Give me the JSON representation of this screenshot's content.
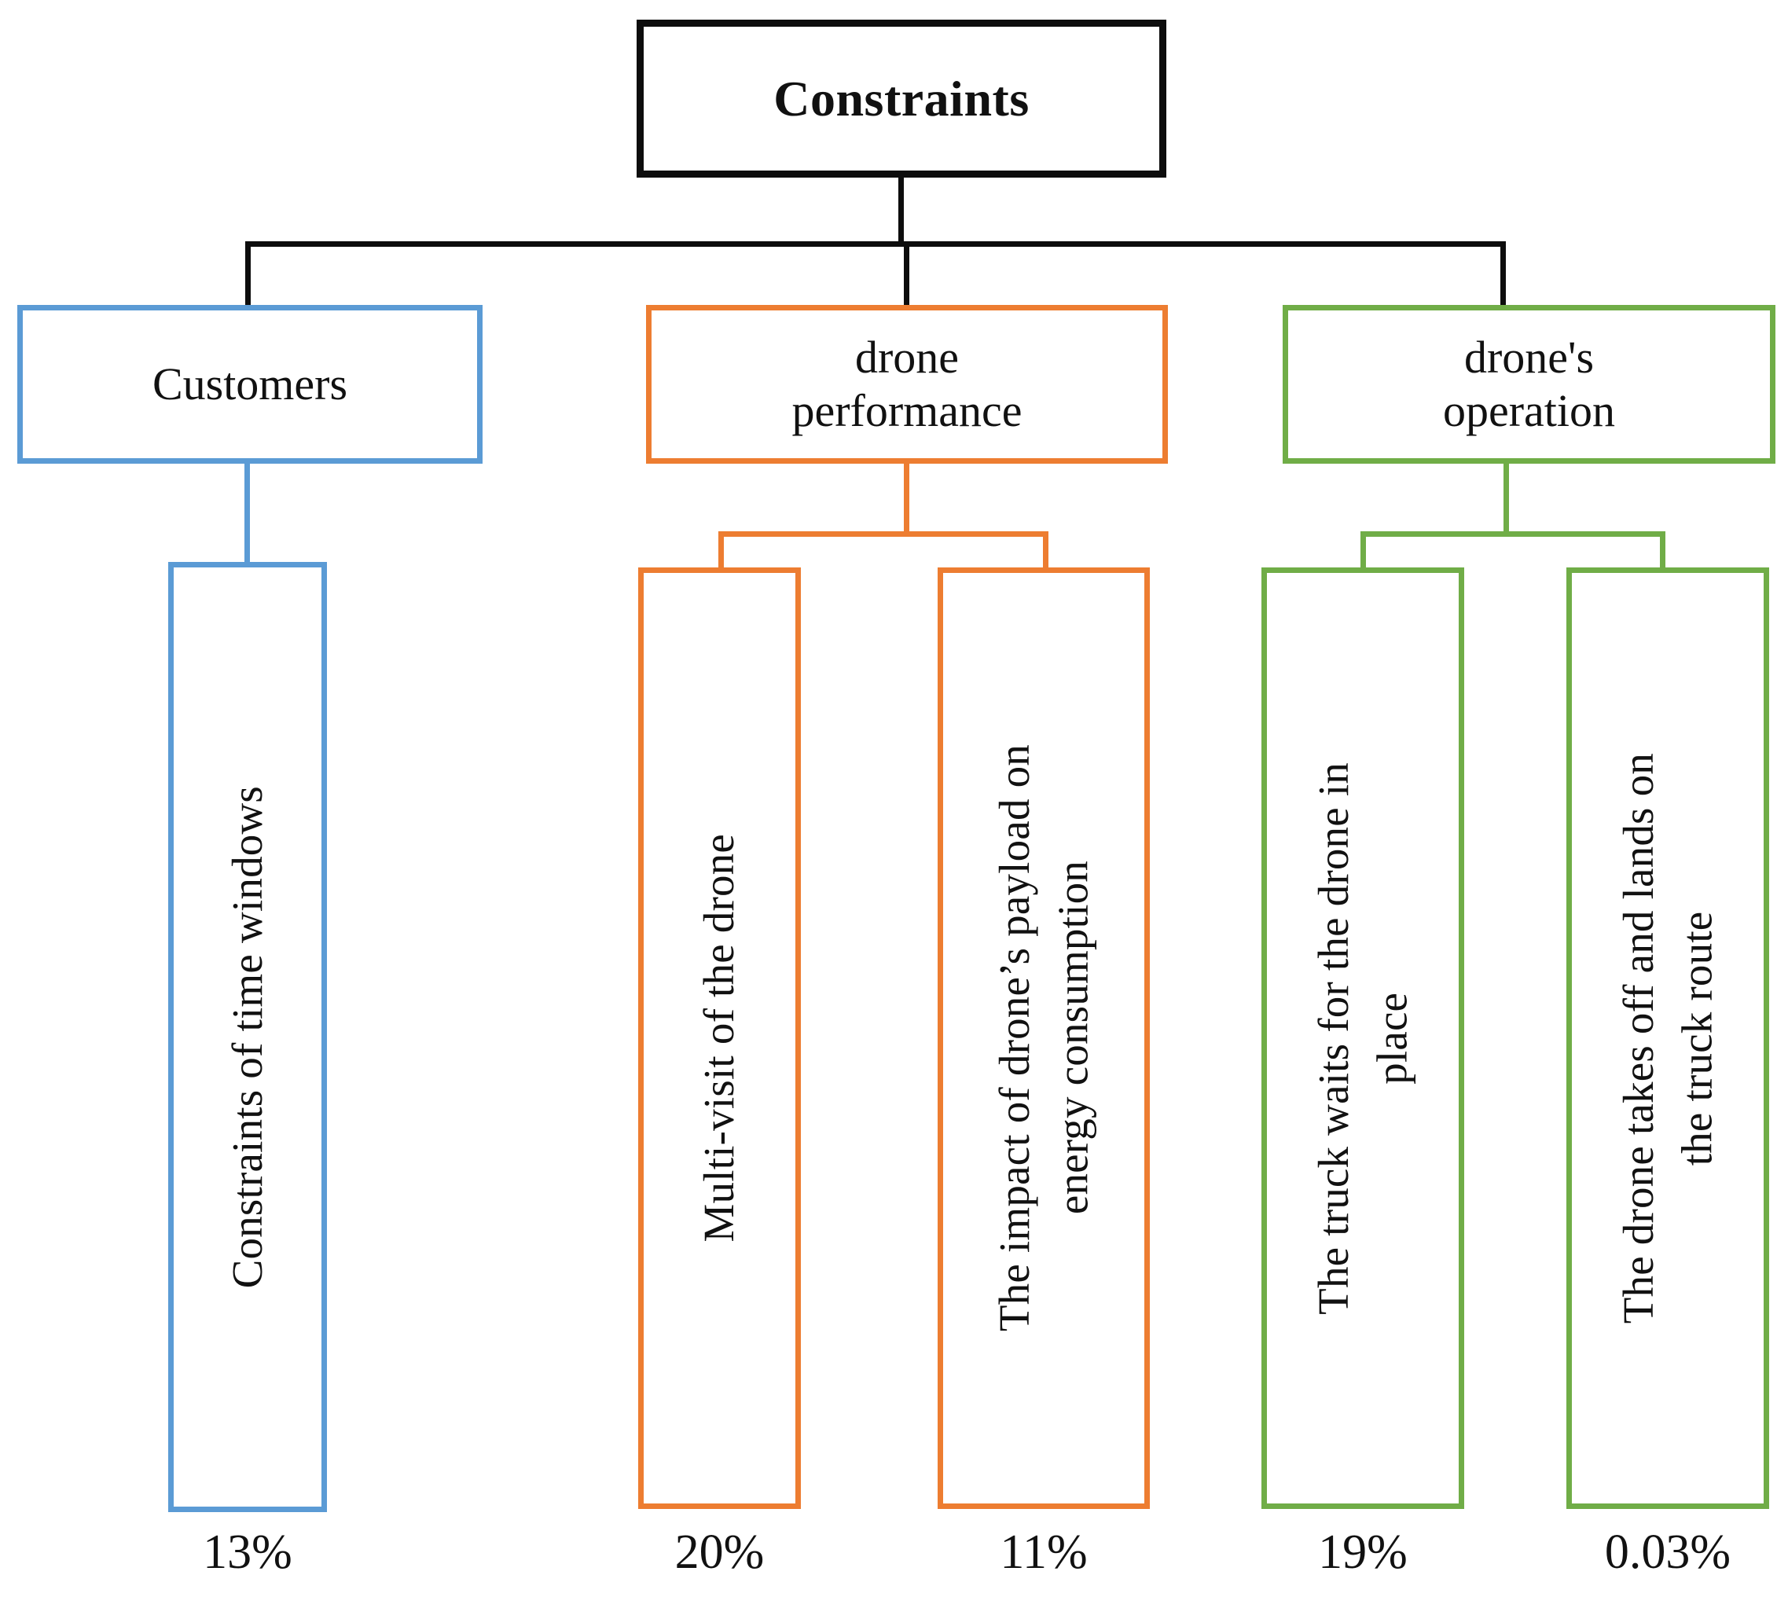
{
  "diagram": {
    "type": "hierarchy-tree",
    "root": {
      "label": "Constraints",
      "color": "#0d0d0d"
    },
    "branches": [
      {
        "label": "Customers",
        "color": "#5B9BD5",
        "children": [
          {
            "label": "Constraints of  time windows",
            "percent": "13%"
          }
        ]
      },
      {
        "label": "drone\nperformance",
        "color": "#ED7D31",
        "children": [
          {
            "label": "Multi-visit of the drone",
            "percent": "20%"
          },
          {
            "label": "The impact of drone’s  payload on\nenergy consumption",
            "percent": "11%"
          }
        ]
      },
      {
        "label": "drone's\noperation",
        "color": "#70AD47",
        "children": [
          {
            "label": "The truck waits for the drone in\nplace",
            "percent": "19%"
          },
          {
            "label": "The drone takes off and lands on\nthe truck route",
            "percent": "0.03%"
          }
        ]
      }
    ]
  },
  "chart_data": {
    "type": "bar",
    "title": "Constraints",
    "categories": [
      "Constraints of  time windows",
      "Multi-visit of the drone",
      "The impact of drone’s  payload on energy consumption",
      "The truck waits for the drone in place",
      "The drone takes off and lands on the truck route"
    ],
    "values": [
      13,
      20,
      11,
      19,
      0.03
    ],
    "value_labels": [
      "13%",
      "20%",
      "11%",
      "19%",
      "0.03%"
    ],
    "groups": [
      "Customers",
      "drone performance",
      "drone performance",
      "drone's operation",
      "drone's operation"
    ],
    "xlabel": "",
    "ylabel": "",
    "unit": "%"
  }
}
